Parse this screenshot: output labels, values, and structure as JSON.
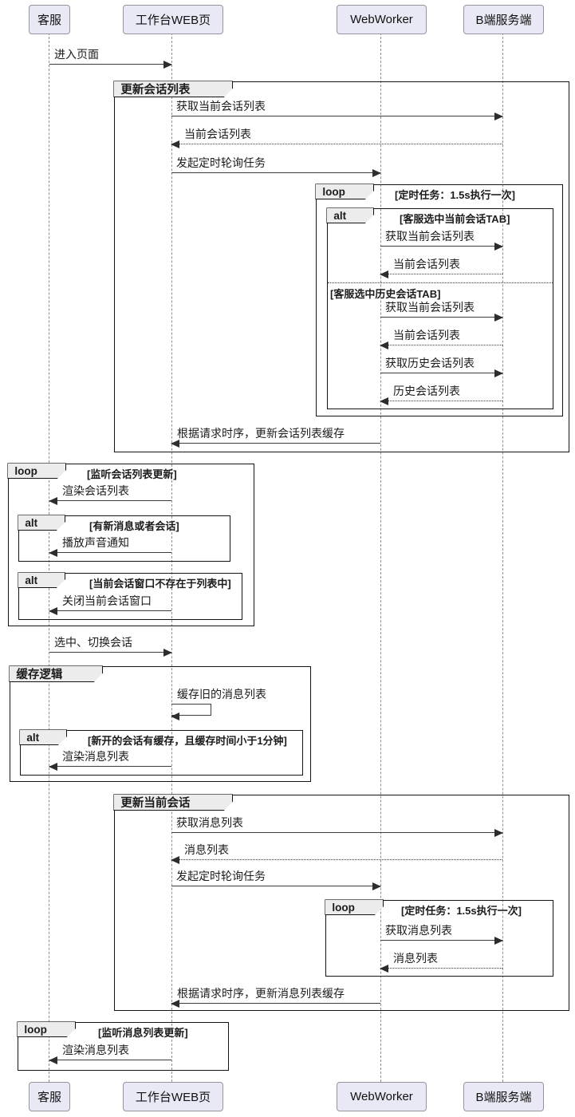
{
  "diagram_type": "sequence-diagram",
  "colors": {
    "background": "#ffffff",
    "actor_fill": "#e9e9f6",
    "actor_border": "#95959f",
    "frame_border": "#141414",
    "tab_fill": "#ececec",
    "line": "#3d3d3d",
    "lifeline": "#8f8f8f"
  },
  "actors": [
    {
      "label": "客服"
    },
    {
      "label": "工作台WEB页"
    },
    {
      "label": "WebWorker"
    },
    {
      "label": "B端服务端"
    }
  ],
  "frames": [
    {
      "title": "更新会话列表"
    },
    {
      "kind": "loop",
      "cond": "[定时任务：1.5s执行一次]"
    },
    {
      "kind": "alt",
      "cond": "[客服选中当前会话TAB]",
      "divider_cond": "[客服选中历史会话TAB]"
    },
    {
      "kind": "loop",
      "cond": "[监听会话列表更新]"
    },
    {
      "kind": "alt",
      "cond": "[有新消息或者会话]"
    },
    {
      "kind": "alt",
      "cond": "[当前会话窗口不存在于列表中]"
    },
    {
      "title": "缓存逻辑"
    },
    {
      "kind": "alt",
      "cond": "[新开的会话有缓存，且缓存时间小于1分钟]"
    },
    {
      "title": "更新当前会话"
    },
    {
      "kind": "loop",
      "cond": "[定时任务：1.5s执行一次]"
    },
    {
      "kind": "loop",
      "cond": "[监听消息列表更新]"
    }
  ],
  "messages": [
    {
      "text": "进入页面",
      "from": "客服",
      "to": "工作台WEB页",
      "line": "solid"
    },
    {
      "text": "获取当前会话列表",
      "from": "工作台WEB页",
      "to": "B端服务端",
      "line": "solid"
    },
    {
      "text": "当前会话列表",
      "from": "B端服务端",
      "to": "工作台WEB页",
      "line": "dotted"
    },
    {
      "text": "发起定时轮询任务",
      "from": "工作台WEB页",
      "to": "WebWorker",
      "line": "solid"
    },
    {
      "text": "获取当前会话列表",
      "from": "WebWorker",
      "to": "B端服务端",
      "line": "solid"
    },
    {
      "text": "当前会话列表",
      "from": "B端服务端",
      "to": "WebWorker",
      "line": "dotted"
    },
    {
      "text": "获取当前会话列表",
      "from": "WebWorker",
      "to": "B端服务端",
      "line": "solid"
    },
    {
      "text": "当前会话列表",
      "from": "B端服务端",
      "to": "WebWorker",
      "line": "dotted"
    },
    {
      "text": "获取历史会话列表",
      "from": "WebWorker",
      "to": "B端服务端",
      "line": "solid"
    },
    {
      "text": "历史会话列表",
      "from": "B端服务端",
      "to": "WebWorker",
      "line": "dotted"
    },
    {
      "text": "根据请求时序，更新会话列表缓存",
      "from": "WebWorker",
      "to": "工作台WEB页",
      "line": "solid"
    },
    {
      "text": "渲染会话列表",
      "from": "工作台WEB页",
      "to": "客服",
      "line": "solid"
    },
    {
      "text": "播放声音通知",
      "from": "工作台WEB页",
      "to": "客服",
      "line": "solid"
    },
    {
      "text": "关闭当前会话窗口",
      "from": "工作台WEB页",
      "to": "客服",
      "line": "solid"
    },
    {
      "text": "选中、切换会话",
      "from": "客服",
      "to": "工作台WEB页",
      "line": "solid"
    },
    {
      "text": "缓存旧的消息列表",
      "from": "工作台WEB页",
      "to": "工作台WEB页",
      "line": "self"
    },
    {
      "text": "渲染消息列表",
      "from": "工作台WEB页",
      "to": "客服",
      "line": "solid"
    },
    {
      "text": "获取消息列表",
      "from": "工作台WEB页",
      "to": "B端服务端",
      "line": "solid"
    },
    {
      "text": "消息列表",
      "from": "B端服务端",
      "to": "工作台WEB页",
      "line": "dotted"
    },
    {
      "text": "发起定时轮询任务",
      "from": "工作台WEB页",
      "to": "WebWorker",
      "line": "solid"
    },
    {
      "text": "获取消息列表",
      "from": "WebWorker",
      "to": "B端服务端",
      "line": "solid"
    },
    {
      "text": "消息列表",
      "from": "B端服务端",
      "to": "WebWorker",
      "line": "dotted"
    },
    {
      "text": "根据请求时序，更新消息列表缓存",
      "from": "WebWorker",
      "to": "工作台WEB页",
      "line": "solid"
    },
    {
      "text": "渲染消息列表",
      "from": "工作台WEB页",
      "to": "客服",
      "line": "solid"
    }
  ]
}
